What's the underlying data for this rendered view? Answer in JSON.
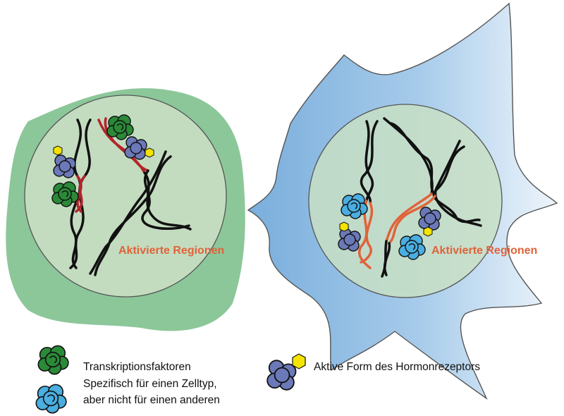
{
  "cells": [
    {
      "name": "left-cell",
      "region_label": "Aktivierte Regionen"
    },
    {
      "name": "right-cell",
      "region_label": "Aktivierte Regionen"
    }
  ],
  "legend": {
    "transcription_factors": "Transkriptionsfaktoren",
    "cell_type_specific_line1": "Spezifisch für einen Zelltyp,",
    "cell_type_specific_line2": "aber nicht für einen anderen",
    "hormone_receptor_active": "Aktive Form des Hormonrezeptors"
  },
  "colors": {
    "left_cell_fill": "#8cc79a",
    "right_cell_fill": "#a9cde8",
    "nucleus_fill": "#c3dcbf",
    "tf_green": "#2a8a38",
    "tf_blue": "#4aaee0",
    "receptor_purple": "#6b79b8",
    "hormone_yellow": "#f5e400",
    "active_red": "#b3242b",
    "active_orange": "#e0633a",
    "dna_black": "#111111"
  }
}
